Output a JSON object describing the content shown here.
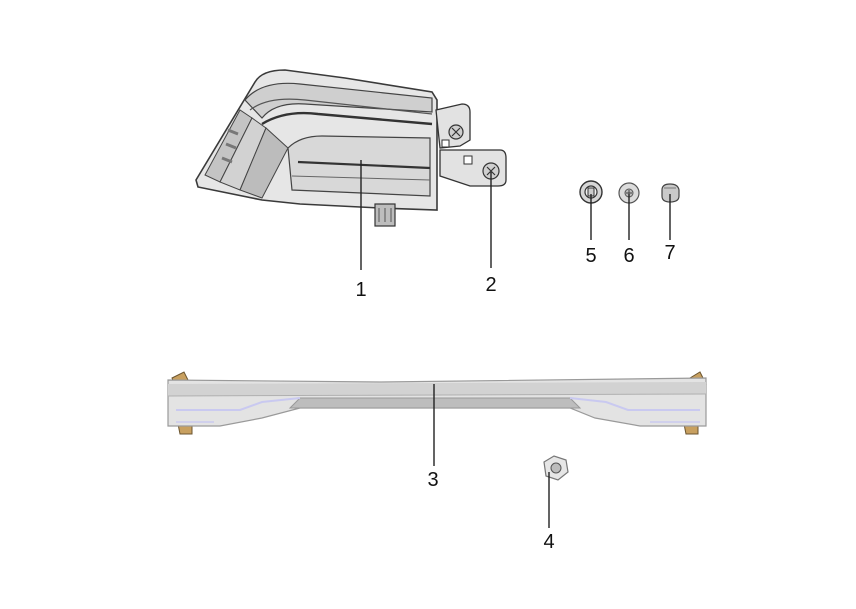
{
  "diagram": {
    "background": "#ffffff",
    "part_color_light": "#dcdcdc",
    "part_color_mid": "#b9b9b9",
    "part_color_dark": "#555555",
    "accent_color": "#c9c9f0",
    "bracket_color": "#c8a060",
    "callouts": [
      {
        "id": "1",
        "label": "1",
        "part": "tail-lamp-assembly"
      },
      {
        "id": "2",
        "label": "2",
        "part": "mounting-bracket"
      },
      {
        "id": "3",
        "label": "3",
        "part": "light-bar-trim"
      },
      {
        "id": "4",
        "label": "4",
        "part": "hex-nut"
      },
      {
        "id": "5",
        "label": "5",
        "part": "grommet"
      },
      {
        "id": "6",
        "label": "6",
        "part": "screw-clip"
      },
      {
        "id": "7",
        "label": "7",
        "part": "push-clip"
      }
    ]
  }
}
